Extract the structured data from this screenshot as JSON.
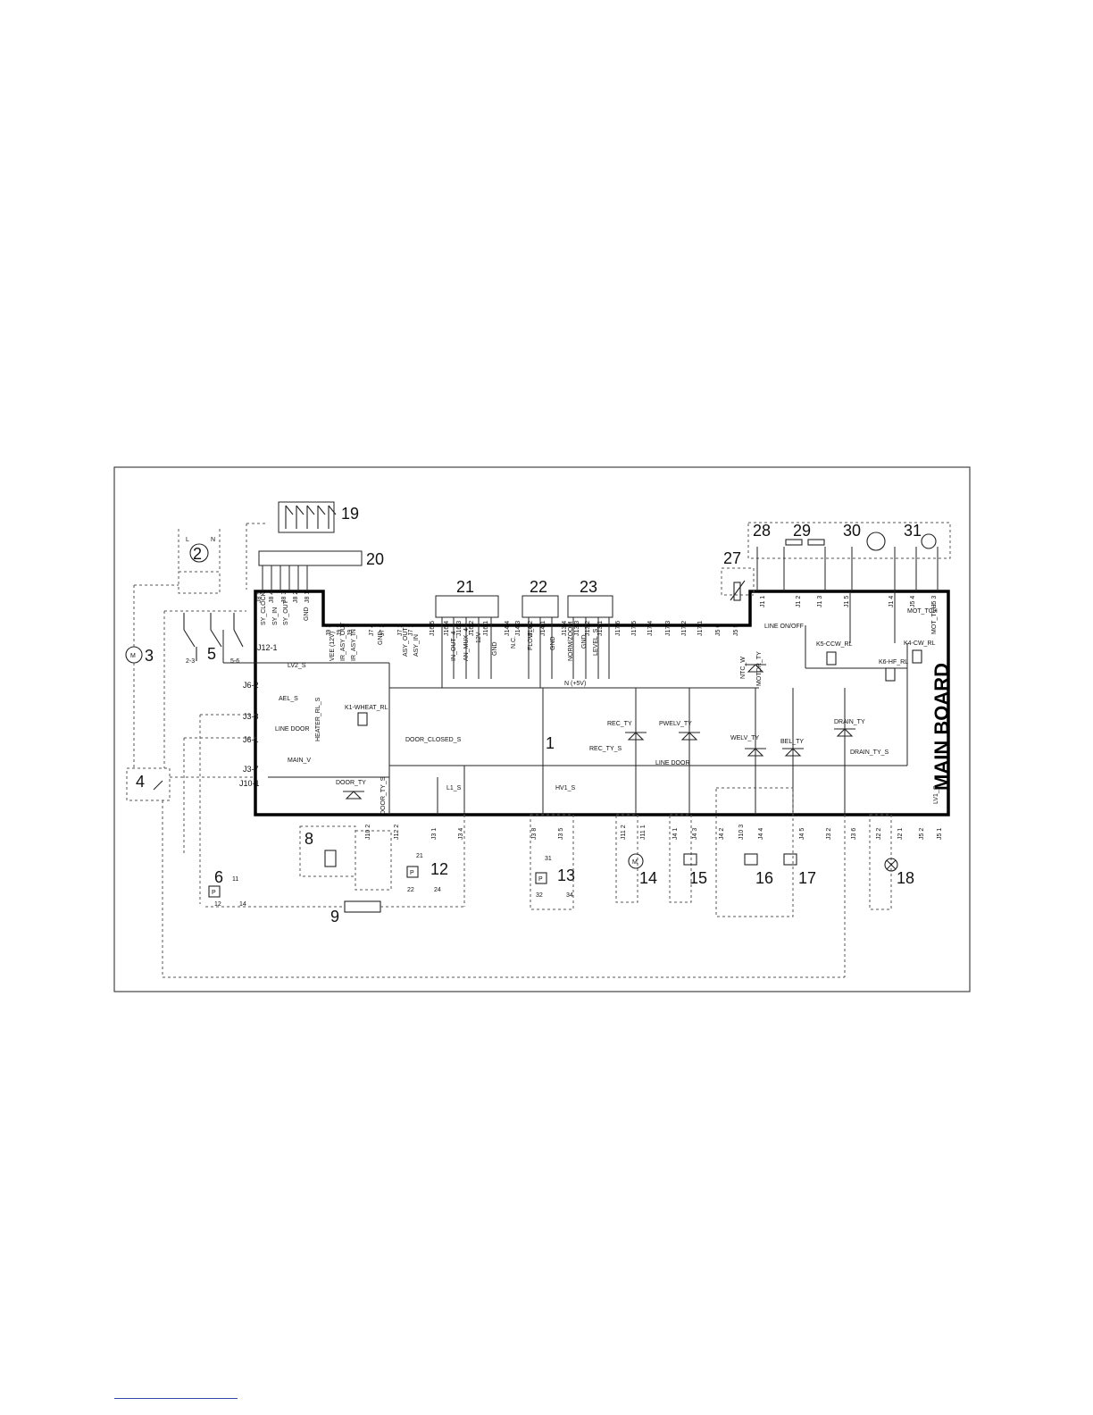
{
  "board_title": "MAIN BOARD",
  "component_numbers": {
    "n1": "1",
    "n2": "2",
    "n3": "3",
    "n4": "4",
    "n5": "5",
    "n6": "6",
    "n8": "8",
    "n9": "9",
    "n12": "12",
    "n13": "13",
    "n14": "14",
    "n15": "15",
    "n16": "16",
    "n17": "17",
    "n18": "18",
    "n19": "19",
    "n20": "20",
    "n21": "21",
    "n22": "22",
    "n23": "23",
    "n27": "27",
    "n28": "28",
    "n29": "29",
    "n30": "30",
    "n31": "31"
  },
  "mains": {
    "l": "L",
    "n": "N"
  },
  "left_connectors": {
    "j12_1": "J12-1",
    "j6_2": "J6-2",
    "j3_3": "J3-3",
    "j6_1": "J6-1",
    "j3_7": "J3-7",
    "j10_1": "J10-1"
  },
  "signals": {
    "lv2_s": "LV2_S",
    "ael_s": "AEL_S",
    "line_door": "LINE DOOR",
    "heater_rl_s": "HEATER_RL_S",
    "k1_wheat_rl": "K1-WHEAT_RL",
    "door_closed_s": "DOOR_CLOSED_S",
    "main_v": "MAIN_V",
    "door_ty": "DOOR_TY",
    "door_ty_s": "DOOR_TY_S",
    "l1_s": "L1_S",
    "hv1_s": "HV1_S",
    "n_5v": "N (+5V)",
    "rec_ty": "REC_TY",
    "pwelv_ty": "PWELV_TY",
    "rec_ty_s": "REC_TY_S",
    "line_door_2": "LINE DOOR",
    "welv_ty": "WELV_TY",
    "bel_ty": "BEL_TY",
    "drain_ty": "DRAIN_TY",
    "drain_ty_s": "DRAIN_TY_S",
    "lv1_s": "LV1_S",
    "ntc_w": "NTC_W",
    "motor_ty": "MOTOR_TY",
    "line_on_off": "LINE ON/OFF",
    "k5_ccw_rl": "K5-CCW_RL",
    "k4_cw_rl": "K4-CW_RL",
    "k6_hf_rl": "K6-HF_RL",
    "mot_tch_1": "MOT_TCH",
    "mot_tch_2": "MOT_TCH"
  },
  "top_connector_labels": [
    "SY_CLOCK",
    "SY_IN",
    "SY_OUT",
    "GND",
    "VEE (12V)",
    "IR_ASY_OUT",
    "IR_ASY_IN",
    "GND",
    "ASY_OUT",
    "ASY_IN",
    "IN_OUT_4",
    "AN_MUX_4",
    "12V",
    "GND",
    "N.C.",
    "FLOW_S",
    "GND",
    "NORM/ZOOM",
    "GND",
    "LEVEL_S"
  ],
  "top_pin_labels": [
    "J8 5",
    "J8 4",
    "J8 3",
    "J8 2",
    "J8 1",
    "J9 3",
    "J9 2",
    "J9 1",
    "J7 4",
    "J7 3",
    "J7 2",
    "J7 1",
    "J16 5",
    "J16 4",
    "J16 3",
    "J16 2",
    "J16 1",
    "J14 4",
    "J14 3",
    "J14 2",
    "J14 1",
    "J13 4",
    "J13 3",
    "J13 2",
    "J13 1",
    "J17 6",
    "J17 5",
    "J17 4",
    "J17 3",
    "J17 2",
    "J17 1",
    "J5 6",
    "J5 5",
    "J1 1",
    "J1 2",
    "J1 3",
    "J1 5",
    "J1 4",
    "J5 4",
    "J5 3"
  ],
  "bottom_pin_labels": [
    "J10 2",
    "J12 2",
    "J3 1",
    "J3 4",
    "J3 8",
    "J3 5",
    "J11 2",
    "J11 1",
    "J4 1",
    "J4 3",
    "J4 2",
    "J10 3",
    "J4 4",
    "J4 5",
    "J3 2",
    "J3 6",
    "J2 2",
    "J2 1",
    "J5 2",
    "J5 1"
  ],
  "switch_pins": {
    "s5_left": "2-3",
    "s5_right": "5-6",
    "p6_11": "11",
    "p6_12": "12",
    "p6_14": "14",
    "p12_21": "21",
    "p12_22": "22",
    "p12_24": "24",
    "p13_31": "31",
    "p13_32": "32",
    "p13_34": "34"
  },
  "pressure_symbol": "P",
  "motor_symbol": "M"
}
